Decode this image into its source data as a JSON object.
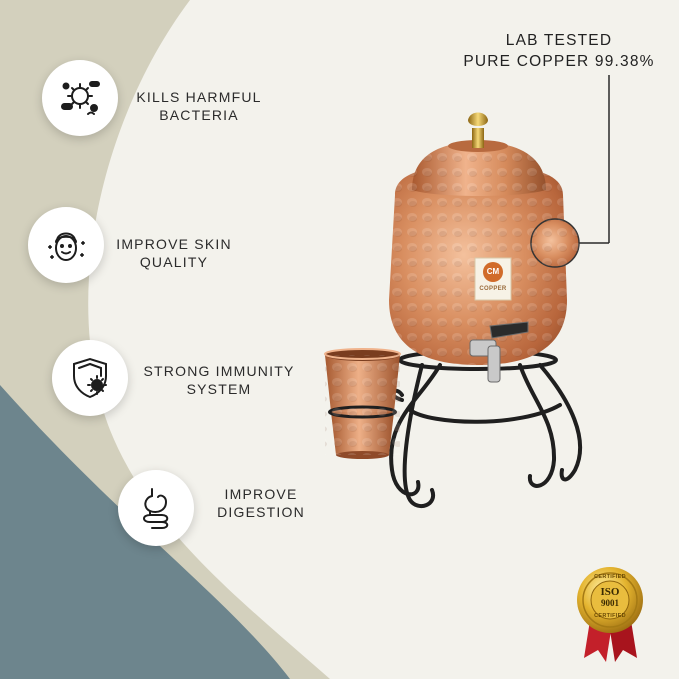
{
  "features": [
    {
      "label_line1": "KILLS HARMFUL",
      "label_line2": "BACTERIA",
      "icon": "bacteria-icon"
    },
    {
      "label_line1": "IMPROVE SKIN",
      "label_line2": "QUALITY",
      "icon": "face-skin-icon"
    },
    {
      "label_line1": "STRONG IMMUNITY",
      "label_line2": "SYSTEM",
      "icon": "immunity-shield-icon"
    },
    {
      "label_line1": "IMPROVE",
      "label_line2": "DIGESTION",
      "icon": "stomach-icon"
    }
  ],
  "claim": {
    "line1": "LAB TESTED",
    "line2": "PURE COPPER 99.38%"
  },
  "product": {
    "logo_text": "CM",
    "brand_text": "COPPER"
  },
  "badge": {
    "top_text": "CERTIFIED",
    "main_text": "ISO",
    "number_text": "9001",
    "bottom_text": "CERTIFIED"
  },
  "colors": {
    "background": "#f3f2ec",
    "beige_band": "#d3d0bd",
    "slate": "#6d858d",
    "copper": "#c97e52",
    "gold": "#d8a52a",
    "ribbon": "#c3202a"
  }
}
